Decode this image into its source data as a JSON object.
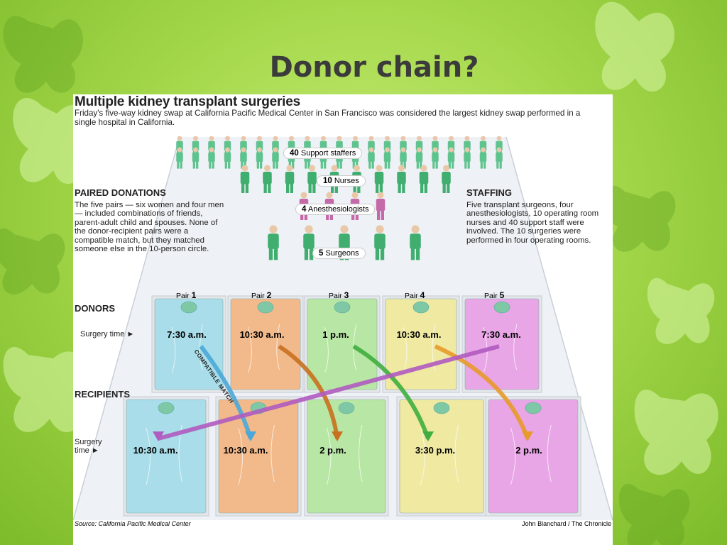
{
  "slide": {
    "title": "Donor chain?"
  },
  "graphic": {
    "title": "Multiple kidney transplant surgeries",
    "subtitle": "Friday's five-way kidney swap at California Pacific Medical Center in San Francisco was considered the largest kidney swap performed in a single hospital in California.",
    "staff_labels": {
      "support": {
        "num": "40",
        "text": "Support staffers"
      },
      "nurses": {
        "num": "10",
        "text": "Nurses"
      },
      "anesthesiologists": {
        "num": "4",
        "text": "Anesthesiologists"
      },
      "surgeons": {
        "num": "5",
        "text": "Surgeons"
      }
    },
    "paired": {
      "heading": "PAIRED DONATIONS",
      "text": "The five pairs — six women and four men — included combinations of friends, parent-adult child and spouses. None of the donor-recipient pairs were a compatible match, but they matched someone else in the 10-person circle."
    },
    "staffing": {
      "heading": "STAFFING",
      "text": "Five transplant surgeons, four anesthesiologists, 10 operating room nurses and 40 support staff were involved. The 10 surgeries were performed in four operating rooms."
    },
    "pair_word": "Pair",
    "pairs": [
      {
        "num": "1",
        "donor_time": "7:30 a.m.",
        "recipient_time": "10:30 a.m.",
        "color": "#a8dde9"
      },
      {
        "num": "2",
        "donor_time": "10:30 a.m.",
        "recipient_time": "10:30 a.m.",
        "color": "#f2b98a"
      },
      {
        "num": "3",
        "donor_time": "1 p.m.",
        "recipient_time": "2 p.m.",
        "color": "#b8e6a4"
      },
      {
        "num": "4",
        "donor_time": "10:30 a.m.",
        "recipient_time": "3:30 p.m.",
        "color": "#efe9a2"
      },
      {
        "num": "5",
        "donor_time": "7:30 a.m.",
        "recipient_time": "2 p.m.",
        "color": "#e8a6e6"
      }
    ],
    "donors_label": "DONORS",
    "recipients_label": "RECIPIENTS",
    "donor_surgery_label": "Surgery time",
    "recipient_surgery_label": "Surgery time",
    "arrow_label": "COMPATIBLE MATCH",
    "arrow_colors": [
      "#4aa8d8",
      "#c8701e",
      "#3fae3f",
      "#e89a2a",
      "#b05bc0"
    ],
    "source": "Source: California Pacific Medical Center",
    "credit": "John Blanchard / The Chronicle"
  }
}
